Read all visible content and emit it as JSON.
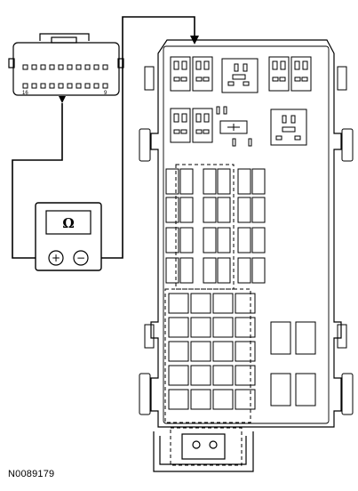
{
  "figure_id": "N0089179",
  "meter": {
    "unit_symbol": "Ω",
    "positive_terminal": "+",
    "negative_terminal": "−"
  },
  "connector": {
    "pin_label_left": "16",
    "pin_label_right": "9"
  }
}
